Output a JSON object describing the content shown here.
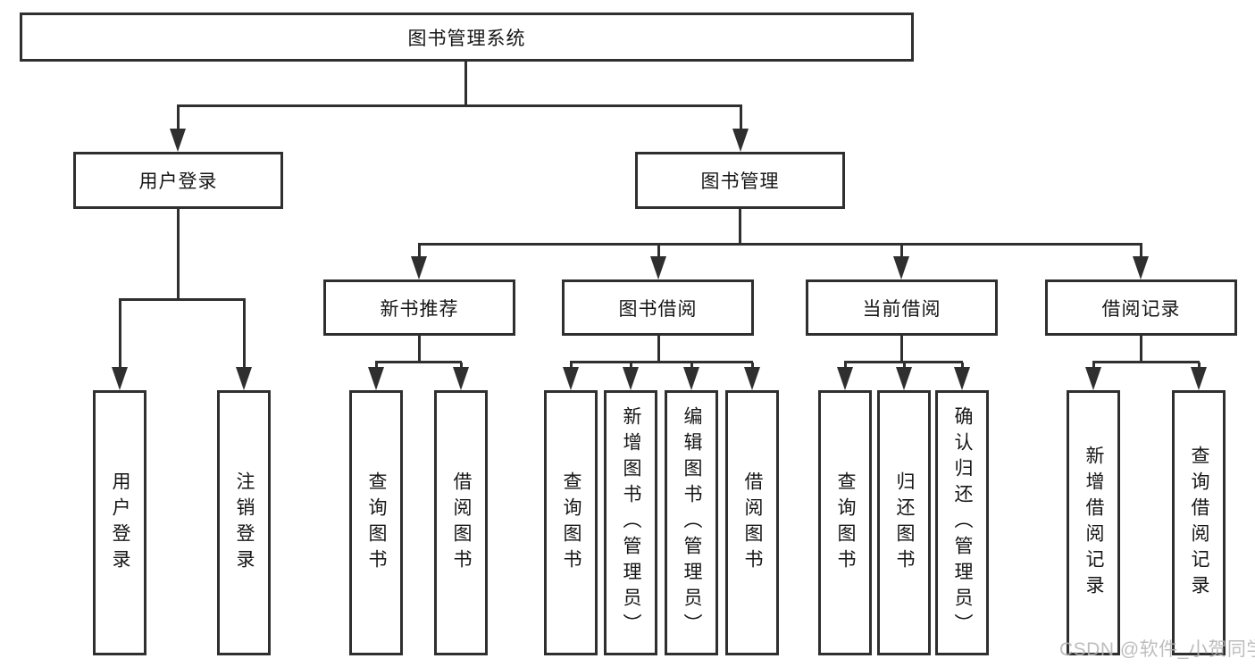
{
  "tree": {
    "root": {
      "label": "图书管理系统"
    },
    "user_login": {
      "label": "用户登录",
      "children": [
        {
          "label": "用户登录"
        },
        {
          "label": "注销登录"
        }
      ]
    },
    "book_mgmt": {
      "label": "图书管理",
      "children": [
        {
          "label": "新书推荐",
          "children": [
            {
              "label": "查询图书"
            },
            {
              "label": "借阅图书"
            }
          ]
        },
        {
          "label": "图书借阅",
          "children": [
            {
              "label": "查询图书"
            },
            {
              "label": "新增图书（管理员）"
            },
            {
              "label": "编辑图书（管理员）"
            },
            {
              "label": "借阅图书"
            }
          ]
        },
        {
          "label": "当前借阅",
          "children": [
            {
              "label": "查询图书"
            },
            {
              "label": "归还图书"
            },
            {
              "label": "确认归还（管理员）"
            }
          ]
        },
        {
          "label": "借阅记录",
          "children": [
            {
              "label": "新增借阅记录"
            },
            {
              "label": "查询借阅记录"
            }
          ]
        }
      ]
    }
  },
  "watermark": "CSDN @软件_小贺同学",
  "colors": {
    "line": "#2f2f2f",
    "text": "#161616",
    "background": "#ffffff",
    "watermark": "#b5b5b5"
  }
}
